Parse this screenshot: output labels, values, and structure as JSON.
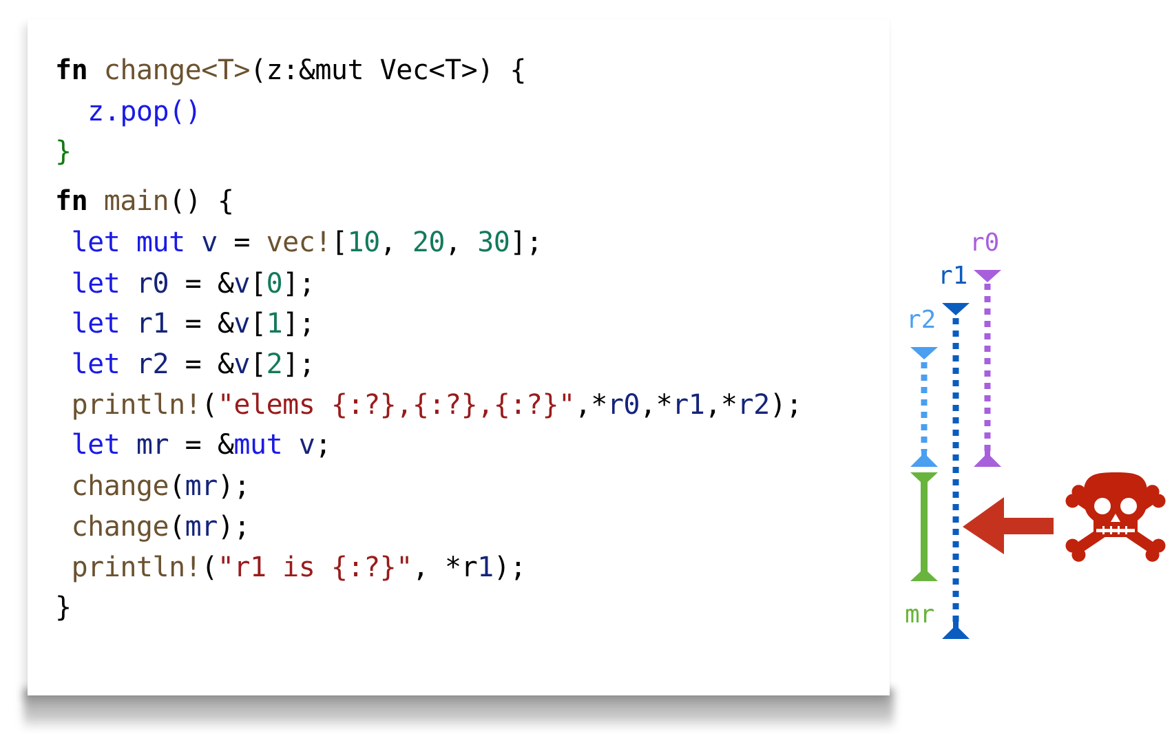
{
  "code": {
    "lines": [
      {
        "tokens": [
          {
            "t": "fn",
            "c": "kw"
          },
          {
            "t": " ",
            "c": "plain"
          },
          {
            "t": "change<T>",
            "c": "fn"
          },
          {
            "t": "(z:&mut Vec<T>) {",
            "c": "plain"
          }
        ]
      },
      {
        "tokens": [
          {
            "t": "  z.pop()",
            "c": "blue"
          }
        ]
      },
      {
        "tokens": [
          {
            "t": "}",
            "c": "green"
          }
        ]
      },
      {
        "tokens": [
          {
            "t": "fn",
            "c": "kw"
          },
          {
            "t": " ",
            "c": "plain"
          },
          {
            "t": "main",
            "c": "fn"
          },
          {
            "t": "() {",
            "c": "plain"
          }
        ]
      },
      {
        "tokens": [
          {
            "t": " let mut",
            "c": "blue"
          },
          {
            "t": " v",
            "c": "var"
          },
          {
            "t": " = ",
            "c": "plain"
          },
          {
            "t": "vec!",
            "c": "fn"
          },
          {
            "t": "[",
            "c": "plain"
          },
          {
            "t": "10",
            "c": "num"
          },
          {
            "t": ", ",
            "c": "plain"
          },
          {
            "t": "20",
            "c": "num"
          },
          {
            "t": ", ",
            "c": "plain"
          },
          {
            "t": "30",
            "c": "num"
          },
          {
            "t": "];",
            "c": "plain"
          }
        ]
      },
      {
        "tokens": [
          {
            "t": " let",
            "c": "blue"
          },
          {
            "t": " r0",
            "c": "var"
          },
          {
            "t": " = &",
            "c": "plain"
          },
          {
            "t": "v",
            "c": "var"
          },
          {
            "t": "[",
            "c": "plain"
          },
          {
            "t": "0",
            "c": "num"
          },
          {
            "t": "];",
            "c": "plain"
          }
        ]
      },
      {
        "tokens": [
          {
            "t": " let",
            "c": "blue"
          },
          {
            "t": " r1",
            "c": "var"
          },
          {
            "t": " = &",
            "c": "plain"
          },
          {
            "t": "v",
            "c": "var"
          },
          {
            "t": "[",
            "c": "plain"
          },
          {
            "t": "1",
            "c": "num"
          },
          {
            "t": "];",
            "c": "plain"
          }
        ]
      },
      {
        "tokens": [
          {
            "t": " let",
            "c": "blue"
          },
          {
            "t": " r2",
            "c": "var"
          },
          {
            "t": " = &",
            "c": "plain"
          },
          {
            "t": "v",
            "c": "var"
          },
          {
            "t": "[",
            "c": "plain"
          },
          {
            "t": "2",
            "c": "num"
          },
          {
            "t": "];",
            "c": "plain"
          }
        ]
      },
      {
        "tokens": [
          {
            "t": " println!",
            "c": "fn"
          },
          {
            "t": "(",
            "c": "plain"
          },
          {
            "t": "\"elems {:?},{:?},{:?}\"",
            "c": "str"
          },
          {
            "t": ",*",
            "c": "plain"
          },
          {
            "t": "r0",
            "c": "var"
          },
          {
            "t": ",*",
            "c": "plain"
          },
          {
            "t": "r1",
            "c": "var"
          },
          {
            "t": ",*",
            "c": "plain"
          },
          {
            "t": "r2",
            "c": "var"
          },
          {
            "t": ");",
            "c": "plain"
          }
        ]
      },
      {
        "tokens": [
          {
            "t": " let",
            "c": "blue"
          },
          {
            "t": " mr",
            "c": "var"
          },
          {
            "t": " = &",
            "c": "plain"
          },
          {
            "t": "mut",
            "c": "blue"
          },
          {
            "t": " v",
            "c": "var"
          },
          {
            "t": ";",
            "c": "plain"
          }
        ]
      },
      {
        "tokens": [
          {
            "t": " change",
            "c": "fn"
          },
          {
            "t": "(",
            "c": "plain"
          },
          {
            "t": "mr",
            "c": "var"
          },
          {
            "t": ");",
            "c": "plain"
          }
        ]
      },
      {
        "tokens": [
          {
            "t": " change",
            "c": "fn"
          },
          {
            "t": "(",
            "c": "plain"
          },
          {
            "t": "mr",
            "c": "var"
          },
          {
            "t": ");",
            "c": "plain"
          }
        ]
      },
      {
        "tokens": [
          {
            "t": " println!",
            "c": "fn"
          },
          {
            "t": "(",
            "c": "plain"
          },
          {
            "t": "\"r1 is {:?}\"",
            "c": "str"
          },
          {
            "t": ", *r",
            "c": "plain"
          },
          {
            "t": "1",
            "c": "var"
          },
          {
            "t": ");",
            "c": "plain"
          }
        ]
      },
      {
        "tokens": [
          {
            "t": "}",
            "c": "plain"
          }
        ]
      }
    ],
    "line_tops": [
      70,
      130,
      188,
      260,
      320,
      380,
      438,
      497,
      556,
      614,
      674,
      733,
      792,
      850
    ]
  },
  "lifetimes": {
    "labels": {
      "r0": "r0",
      "r1": "r1",
      "r2": "r2",
      "mr": "mr"
    },
    "colors": {
      "r0": "#a85fdc",
      "r1": "#0b5cbf",
      "r2": "#4a9ff0",
      "mr": "#68b43c",
      "danger": "#c0220c"
    }
  },
  "annotation": {
    "arrow": "left-arrow-pointing-at-r1",
    "icon": "skull-and-crossbones"
  }
}
